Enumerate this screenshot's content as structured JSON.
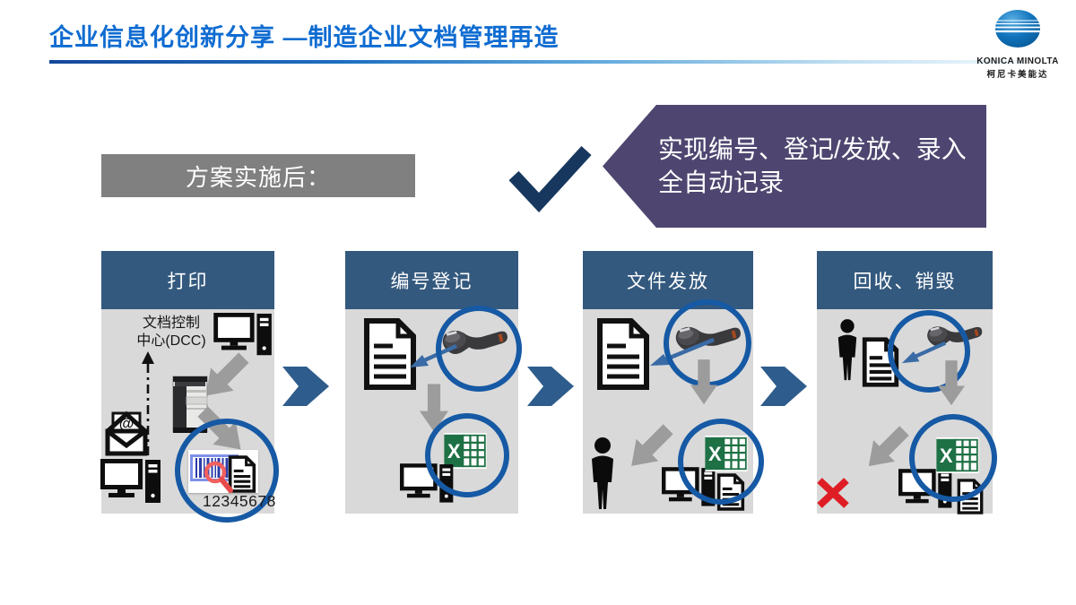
{
  "header": {
    "title": "企业信息化创新分享 —制造企业文档管理再造",
    "logo": {
      "name": "KONICA MINOLTA",
      "name_cn": "柯尼卡美能达"
    }
  },
  "summary": {
    "label": "方案实施后：",
    "result": "实现编号、登记/发放、录入全自动记录"
  },
  "flow": {
    "steps": [
      {
        "title": "打印"
      },
      {
        "title": "编号登记"
      },
      {
        "title": "文件发放"
      },
      {
        "title": "回收、销毁"
      }
    ],
    "dcc_label": "文档控制中心(DCC)",
    "barcode_number": "12345678"
  },
  "icons": {
    "at_symbol": "@",
    "excel_x": "X"
  },
  "colors": {
    "title_blue": "#0F6CD1",
    "step_header_blue": "#34597E",
    "panel_gray": "#D9D9D9",
    "label_box_gray": "#808080",
    "callout_purple": "#4E4670",
    "check_navy": "#17375E",
    "flow_arrow_blue": "#2E5C8C",
    "highlight_circle_blue": "#1659A4",
    "thick_arrow_gray": "#9C9C9C",
    "excel_green": "#1E7145",
    "alert_red": "#DE1E24"
  }
}
